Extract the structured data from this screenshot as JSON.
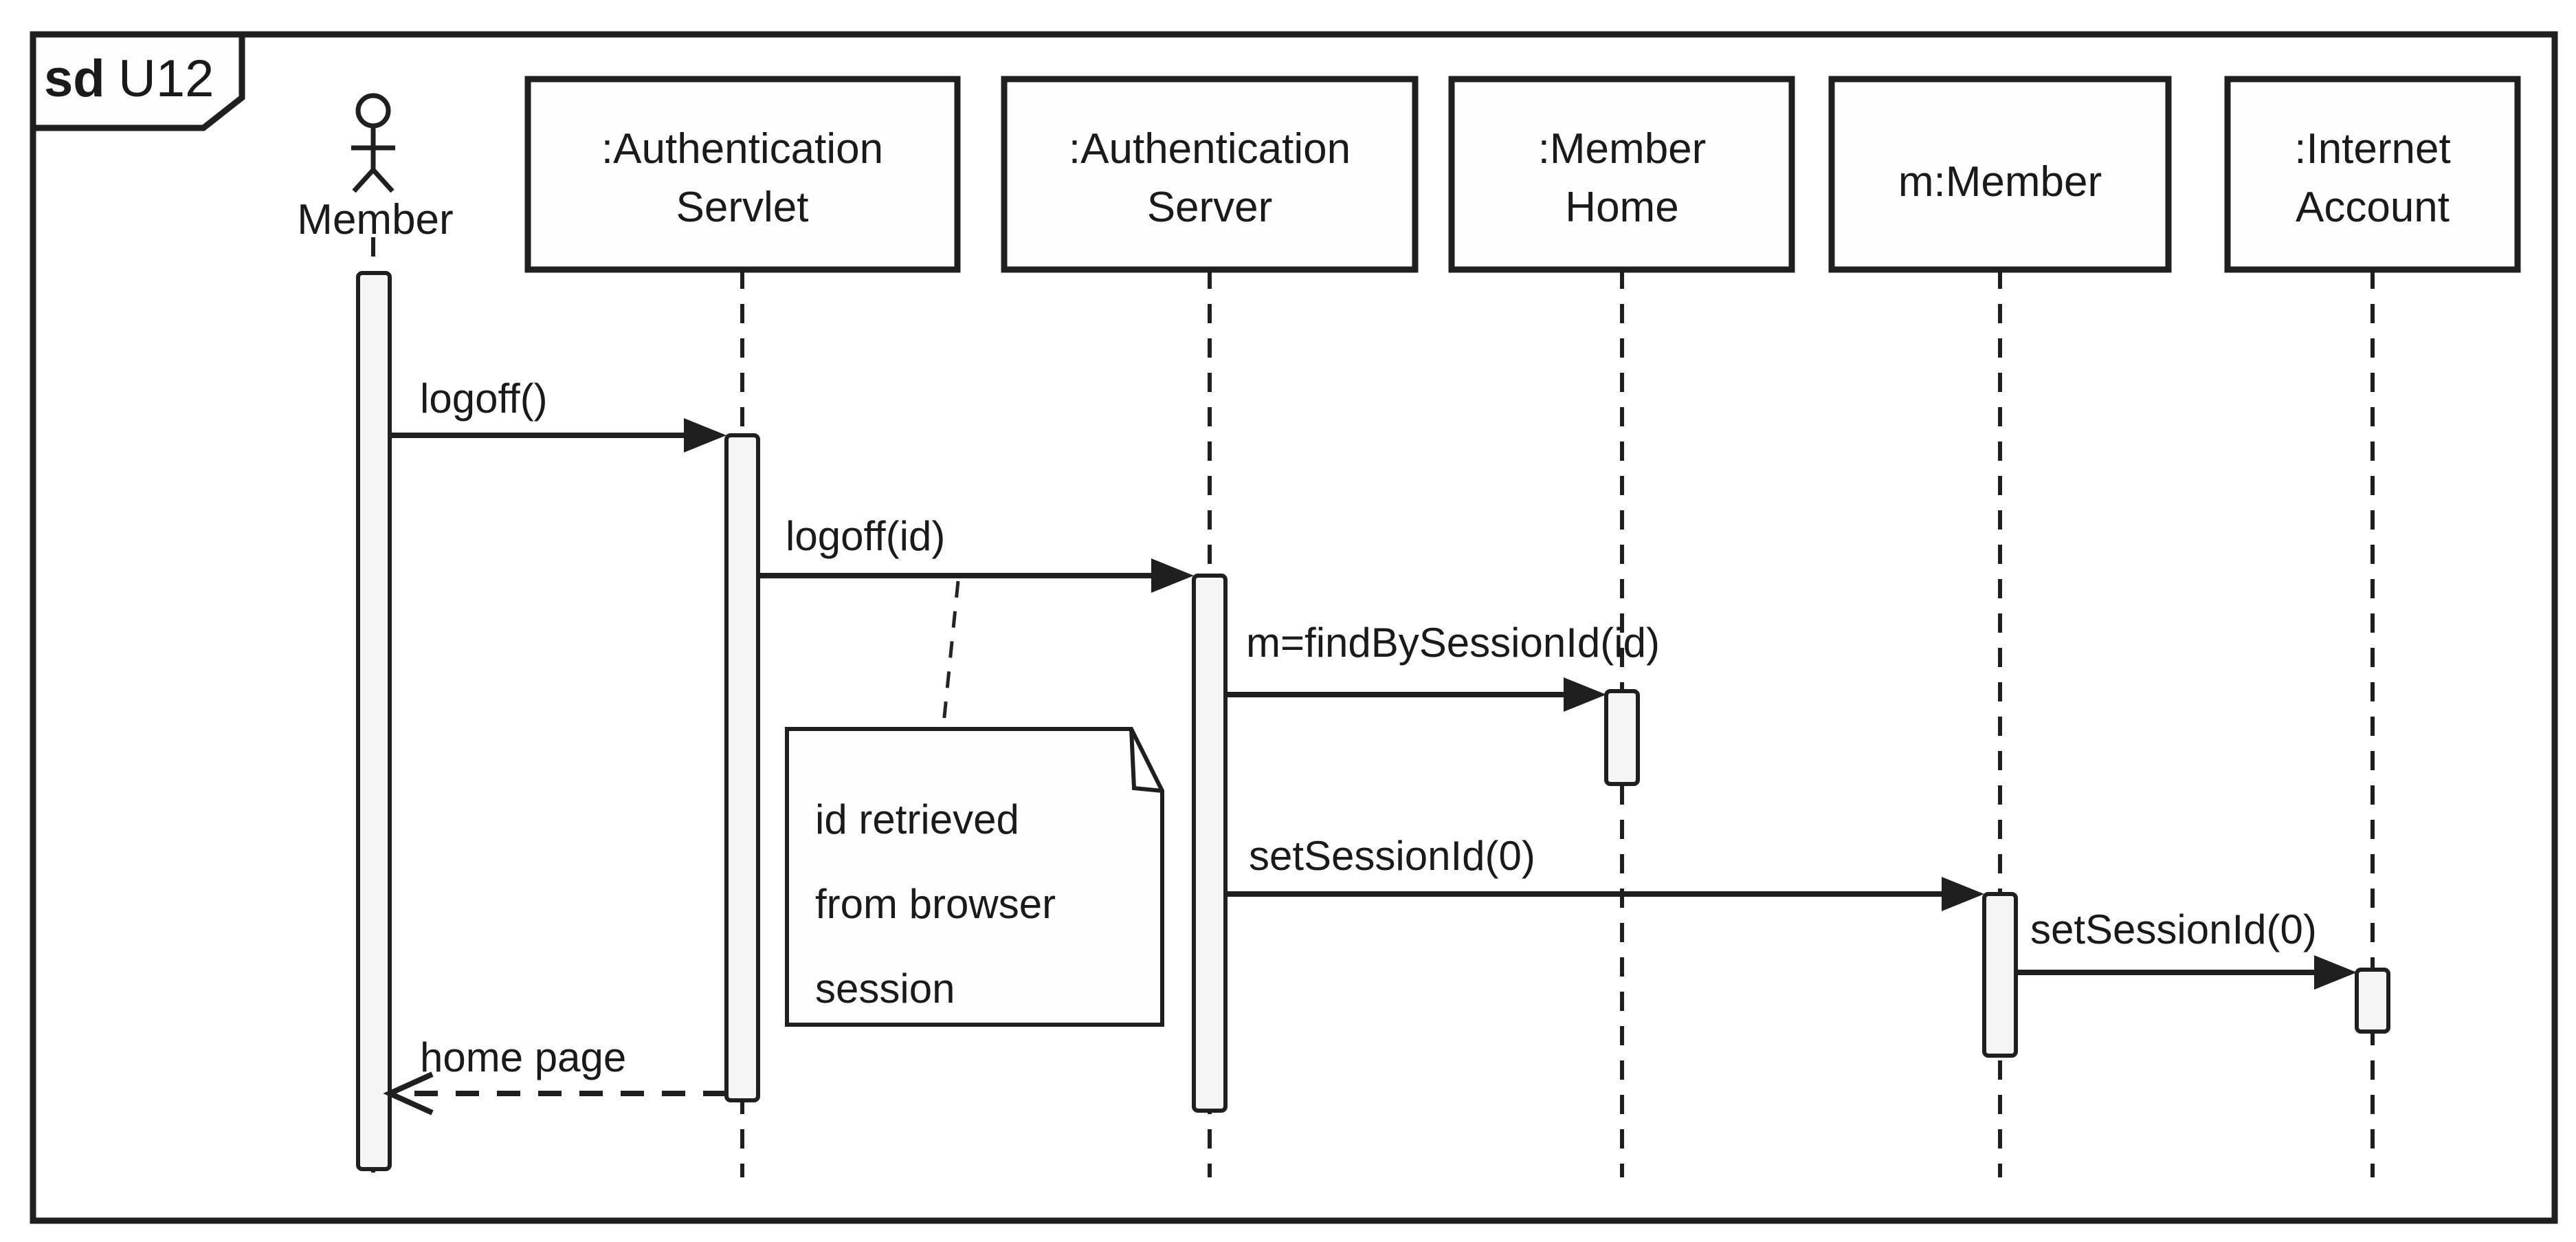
{
  "frame": {
    "keyword": "sd",
    "name": "U12"
  },
  "lifelines": [
    {
      "id": "member",
      "type": "actor",
      "label": "Member"
    },
    {
      "id": "auth-servlet",
      "type": "object",
      "line1": ":Authentication",
      "line2": "Servlet"
    },
    {
      "id": "auth-server",
      "type": "object",
      "line1": ":Authentication",
      "line2": "Server"
    },
    {
      "id": "member-home",
      "type": "object",
      "line1": ":Member",
      "line2": "Home"
    },
    {
      "id": "m-member",
      "type": "object",
      "line1": "m:Member",
      "line2": ""
    },
    {
      "id": "internet-account",
      "type": "object",
      "line1": ":Internet",
      "line2": "Account"
    }
  ],
  "messages": [
    {
      "label": "logoff()",
      "kind": "sync",
      "from": "member",
      "to": "auth-servlet"
    },
    {
      "label": "logoff(id)",
      "kind": "sync",
      "from": "auth-servlet",
      "to": "auth-server"
    },
    {
      "label": "m=findBySessionId(id)",
      "kind": "sync",
      "from": "auth-server",
      "to": "member-home"
    },
    {
      "label": "setSessionId(0)",
      "kind": "sync",
      "from": "auth-server",
      "to": "m-member"
    },
    {
      "label": "setSessionId(0)",
      "kind": "sync",
      "from": "m-member",
      "to": "internet-account"
    },
    {
      "label": "home page",
      "kind": "return",
      "from": "auth-servlet",
      "to": "member"
    }
  ],
  "note": {
    "lines": [
      "id retrieved",
      "from browser",
      "session"
    ]
  },
  "colors": {
    "line": "#1f1f1f",
    "text": "#1a1a1a",
    "activation_fill": "#f5f5f5",
    "background": "#ffffff"
  }
}
